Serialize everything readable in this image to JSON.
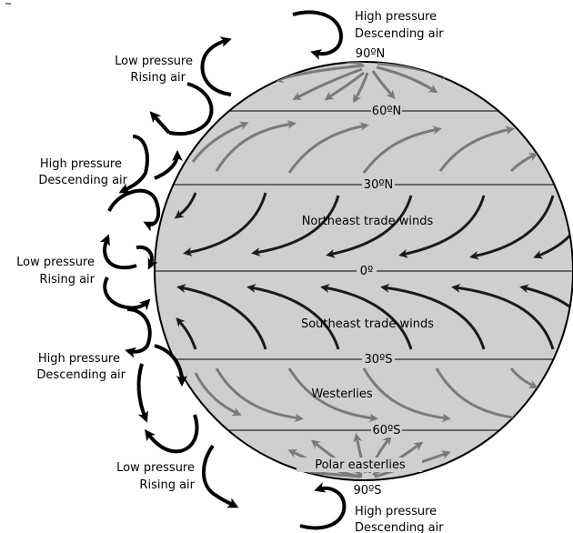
{
  "labels": {
    "top_high": [
      "High pressure",
      "Descending air"
    ],
    "low_n": [
      "Low pressure",
      "Rising air"
    ],
    "high_n": [
      "High pressure",
      "Descending air"
    ],
    "low_eq": [
      "Low pressure",
      "Rising air"
    ],
    "high_s": [
      "High pressure",
      "Descending air"
    ],
    "low_s": [
      "Low pressure",
      "Rising air"
    ],
    "bottom_high": [
      "High pressure",
      "Descending air"
    ]
  },
  "latitudes": {
    "n90": "90ºN",
    "n60": "60ºN",
    "n30": "30ºN",
    "eq": "0º",
    "s30": "30ºS",
    "s60": "60ºS",
    "s90": "90ºS"
  },
  "winds": {
    "ne_trades": "Northeast trade winds",
    "se_trades": "Southeast trade winds",
    "westerlies": "Westerlies",
    "polar_easterlies": "Polar easterlies"
  },
  "colors": {
    "globe_fill": "#cfcfcf",
    "dark_arrow": "#1a1a1a",
    "gray_arrow": "#7a7a7a",
    "outline": "#000000"
  }
}
